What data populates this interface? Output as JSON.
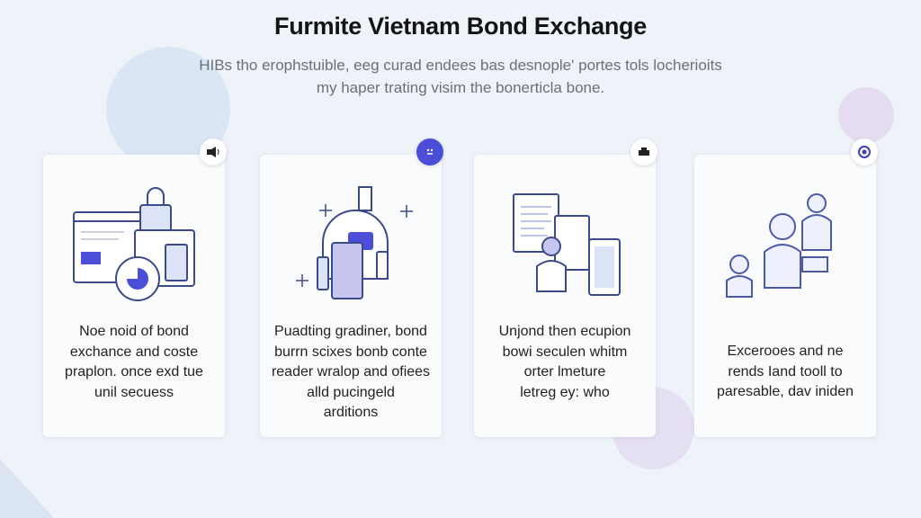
{
  "header": {
    "title": "Furmite Vietnam Bond Exchange",
    "subtitle_line1": "HIBs tho erophstuible, eeg curad endees bas desnople' portes tols locherioits",
    "subtitle_line2": "my haper trating visim the bonerticla bone."
  },
  "cards": [
    {
      "badge_icon": "speaker-icon",
      "text": [
        "Noe noid of bond",
        "exchance and coste",
        "praplon. once exd tue",
        "unil secuess"
      ]
    },
    {
      "badge_icon": "face-icon",
      "text": [
        "Puadting gradiner, bond",
        "burrn scixes bonb conte",
        "reader wralop and ofiees",
        "alld pucingeld",
        "arditions"
      ]
    },
    {
      "badge_icon": "printer-icon",
      "text": [
        "Unjond then ecupion",
        "bowi seculen whitm",
        "orter lmeture",
        "letreg ey: who"
      ]
    },
    {
      "badge_icon": "refresh-globe-icon",
      "text": [
        "Excerooes and ne",
        "rends Iand tooll to",
        "paresable, dav iniden"
      ]
    }
  ],
  "colors": {
    "accent": "#4b4fd8",
    "line": "#3b4a8a",
    "fill": "#dde3f7"
  }
}
